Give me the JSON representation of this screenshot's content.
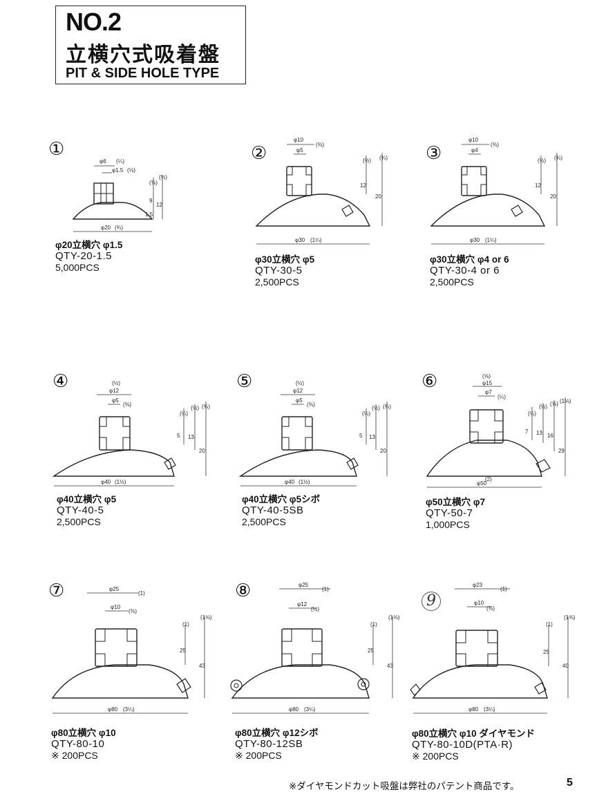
{
  "header": {
    "no": "NO.2",
    "title_jp": "立横穴式吸着盤",
    "title_en": "PIT & SIDE HOLE TYPE"
  },
  "items": [
    {
      "marker": "①",
      "name": "φ20立横穴 φ1.5",
      "code": "QTY-20-1.5",
      "qty": "5,000PCS",
      "dims": [
        "φ6",
        "(¼)",
        "φ1.5",
        "(⅛)",
        "1.5",
        "9",
        "12",
        "(⅜)",
        "(½)",
        "φ20",
        "(¾)"
      ]
    },
    {
      "marker": "②",
      "name": "φ30立横穴 φ5",
      "code": "QTY-30-5",
      "qty": "2,500PCS",
      "dims": [
        "φ10",
        "(⅜)",
        "φ5",
        "12",
        "20",
        "(½)",
        "(¾)",
        "φ30",
        "(1¼)"
      ]
    },
    {
      "marker": "③",
      "name": "φ30立横穴 φ4 or 6",
      "code": "QTY-30-4 or 6",
      "qty": "2,500PCS",
      "dims": [
        "φ10",
        "(⅜)",
        "φ4",
        "12",
        "20",
        "(½)",
        "(¾)",
        "φ30",
        "(1¼)"
      ]
    },
    {
      "marker": "④",
      "name": "φ40立横穴 φ5",
      "code": "QTY-40-5",
      "qty": "2,500PCS",
      "dims": [
        "(½)",
        "φ12",
        "φ5",
        "(⅜)",
        "5",
        "13",
        "20",
        "(¼)",
        "(½)",
        "(¾)",
        "φ40",
        "(1½)"
      ]
    },
    {
      "marker": "⑤",
      "name": "φ40立横穴 φ5シボ",
      "code": "QTY-40-5SB",
      "qty": "2,500PCS",
      "dims": [
        "(½)",
        "φ12",
        "φ5",
        "(⅜)",
        "5",
        "13",
        "20",
        "(¼)",
        "(½)",
        "(¾)",
        "φ40",
        "(1½)"
      ]
    },
    {
      "marker": "⑥",
      "name": "φ50立横穴 φ7",
      "code": "QTY-50-7",
      "qty": "1,000PCS",
      "dims": [
        "(⅝)",
        "φ15",
        "φ7",
        "(¼)",
        "7",
        "13",
        "16",
        "29",
        "(¼)",
        "(½)",
        "(⅝)",
        "(1⅛)",
        "φ50",
        "(2)"
      ]
    },
    {
      "marker": "⑦",
      "name": "φ80立横穴 φ10",
      "code": "QTY-80-10",
      "qty": "※ 200PCS",
      "dims": [
        "φ25",
        "(1)",
        "φ10",
        "(⅜)",
        "25",
        "43",
        "(1)",
        "(1⅝)",
        "φ80",
        "(3¼)"
      ]
    },
    {
      "marker": "⑧",
      "name": "φ80立横穴 φ12シボ",
      "code": "QTY-80-12SB",
      "qty": "※ 200PCS",
      "dims": [
        "φ25",
        "(1)",
        "φ12",
        "(½)",
        "25",
        "43",
        "(1)",
        "(1⅝)",
        "φ80",
        "(3¼)"
      ]
    },
    {
      "marker": "9",
      "name": "φ80立横穴 φ10 ダイヤモンド",
      "code": "QTY-80-10D(PTA·R)",
      "qty": "※ 200PCS",
      "dims": [
        "φ23",
        "(1)",
        "φ10",
        "(⅜)",
        "25",
        "40",
        "(1)",
        "(1⅝)",
        "φ80",
        "(3¼)"
      ]
    }
  ],
  "footer": {
    "note": "※ダイヤモンドカット吸盤は弊社のパテント商品です。",
    "page": "5"
  }
}
